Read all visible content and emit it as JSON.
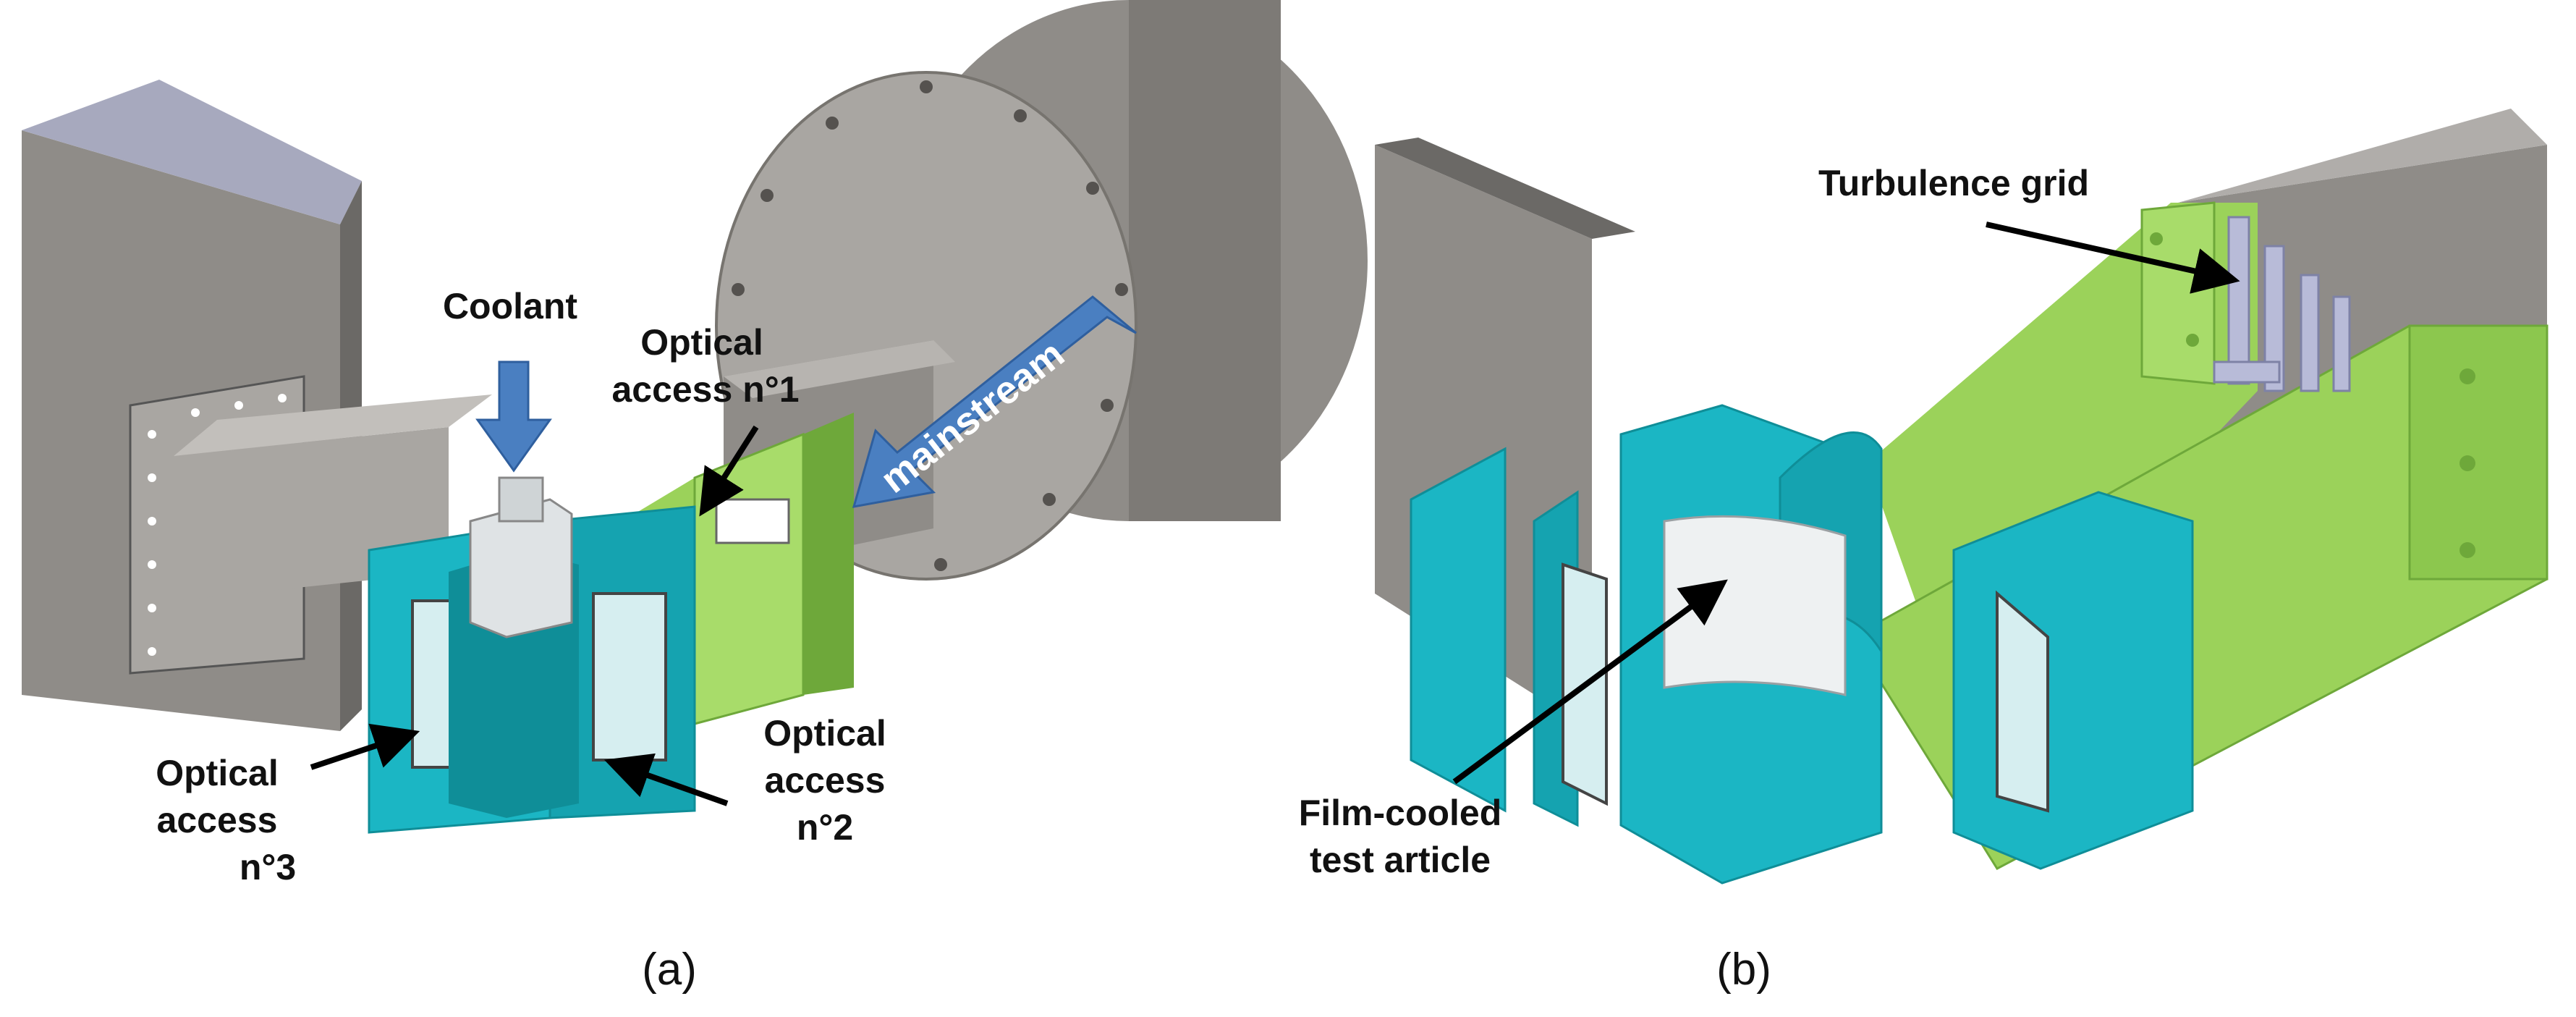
{
  "panel_a": {
    "caption": "(a)",
    "labels": {
      "coolant": "Coolant",
      "mainstream": "mainstream",
      "optical_1": [
        "Optical",
        "access n°1"
      ],
      "optical_2": [
        "Optical",
        "access",
        "n°2"
      ],
      "optical_3": [
        "Optical",
        "access",
        "n°3"
      ]
    }
  },
  "panel_b": {
    "caption": "(b)",
    "labels": {
      "turbulence_grid": "Turbulence grid",
      "film_cooled": [
        "Film-cooled",
        "test article"
      ]
    }
  },
  "colors": {
    "teal": "#1bb6c4",
    "teal_dark": "#0f8e98",
    "green": "#9bd25a",
    "green_dark": "#6ea83a",
    "grey": "#8f8c88",
    "grey_light": "#a9a6a2",
    "grey_dark": "#6b6966",
    "arrow_blue": "#4a7fc1"
  }
}
